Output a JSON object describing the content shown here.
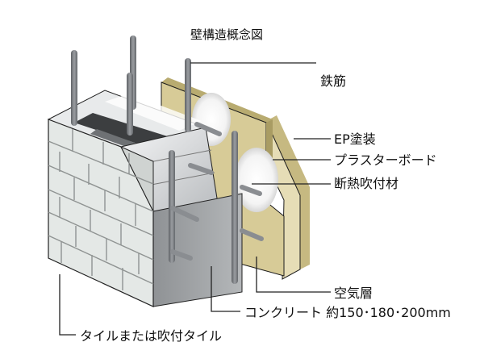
{
  "title": "壁構造概念図",
  "labels": {
    "rebar": "鉄筋",
    "ep_paint": "EP塗装",
    "plasterboard": "プラスターボード",
    "insulation": "断熱吹付材",
    "air_layer": "空気層",
    "concrete": "コンクリート 約150･180･200mm",
    "tile": "タイルまたは吹付タイル"
  },
  "colors": {
    "tile": "#e3e7e4",
    "concrete": "#9da0a2",
    "panel": "#d6c995",
    "board": "#e4dab1",
    "insulation": "#ffffff",
    "rebar": "#7d8085",
    "leader": "#222222"
  }
}
